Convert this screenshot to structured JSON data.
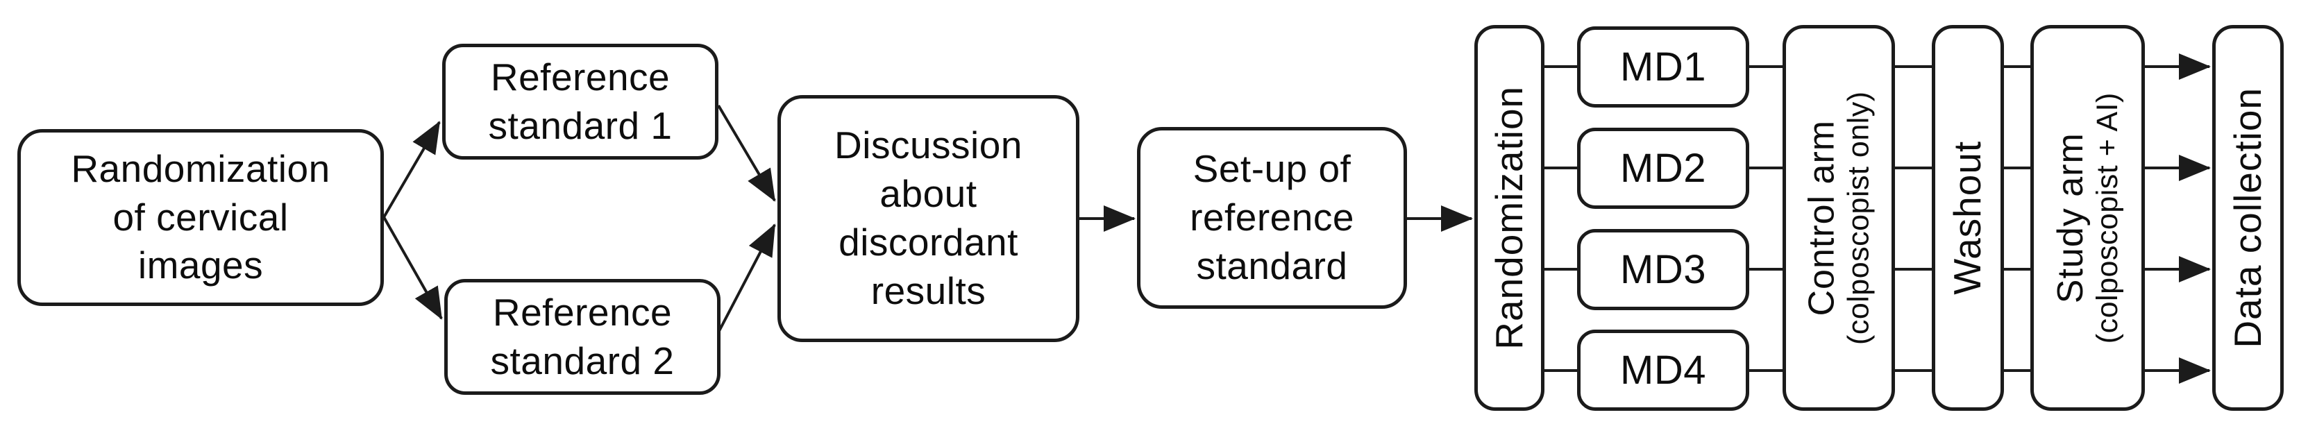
{
  "theme": {
    "background": "#ffffff",
    "stroke": "#1b1b1b",
    "text": "#0d0d0d"
  },
  "diagram": {
    "type": "flowchart",
    "nodes": {
      "rand_images": {
        "lines": [
          "Randomization",
          "of cervical",
          "images"
        ]
      },
      "ref_std_1": {
        "lines": [
          "Reference",
          "standard 1"
        ]
      },
      "ref_std_2": {
        "lines": [
          "Reference",
          "standard 2"
        ]
      },
      "discussion": {
        "lines": [
          "Discussion",
          "about",
          "discordant",
          "results"
        ]
      },
      "setup": {
        "lines": [
          "Set-up of",
          "reference",
          "standard"
        ]
      },
      "randomization": {
        "label": "Randomization"
      },
      "md1": {
        "label": "MD1"
      },
      "md2": {
        "label": "MD2"
      },
      "md3": {
        "label": "MD3"
      },
      "md4": {
        "label": "MD4"
      },
      "control_arm": {
        "title": "Control arm",
        "subtitle": "(colposcopist only)"
      },
      "washout": {
        "label": "Washout"
      },
      "study_arm": {
        "title": "Study arm",
        "subtitle": "(colposcopist + AI)"
      },
      "data_collection": {
        "label": "Data collection"
      }
    }
  }
}
